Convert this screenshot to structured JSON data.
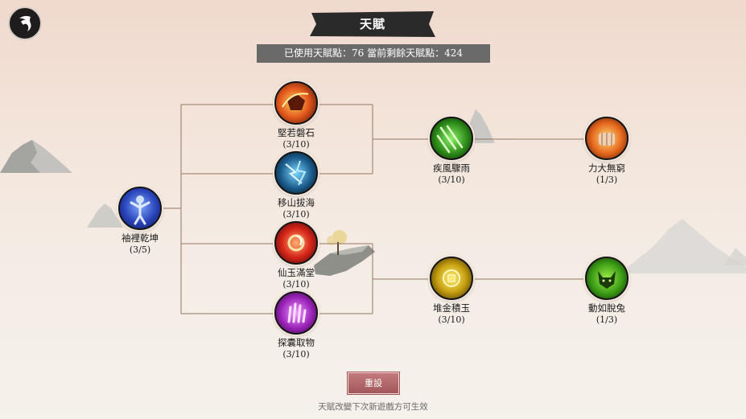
{
  "header": {
    "title": "天賦",
    "points_text": "已使用天賦點：76 當前剩餘天賦點：424"
  },
  "talents": [
    {
      "id": "root",
      "name": "袖裡乾坤",
      "level": "(3/5)",
      "icon": "blue-figure-icon"
    },
    {
      "id": "t1",
      "name": "堅若磐石",
      "level": "(3/10)",
      "icon": "fire-rock-icon"
    },
    {
      "id": "t2",
      "name": "移山拔海",
      "level": "(3/10)",
      "icon": "lightning-icon"
    },
    {
      "id": "t3",
      "name": "仙玉滿堂",
      "level": "(3/10)",
      "icon": "fire-orb-icon"
    },
    {
      "id": "t4",
      "name": "探囊取物",
      "level": "(3/10)",
      "icon": "purple-hand-icon"
    },
    {
      "id": "t5",
      "name": "疾風驟雨",
      "level": "(3/10)",
      "icon": "green-streaks-icon"
    },
    {
      "id": "t6",
      "name": "力大無窮",
      "level": "(1/3)",
      "icon": "flaming-fist-icon"
    },
    {
      "id": "t7",
      "name": "堆金積玉",
      "level": "(3/10)",
      "icon": "gold-coin-icon"
    },
    {
      "id": "t8",
      "name": "動如脫兔",
      "level": "(1/3)",
      "icon": "green-fox-icon"
    }
  ],
  "reset_label": "重設",
  "hint": "天賦改變下次新遊戲方可生效",
  "colors": {
    "connector": "#8a6b55",
    "points_bar": "#6b6a6b",
    "reset_button": "#b06a6d",
    "banner": "#2a2a2a"
  }
}
